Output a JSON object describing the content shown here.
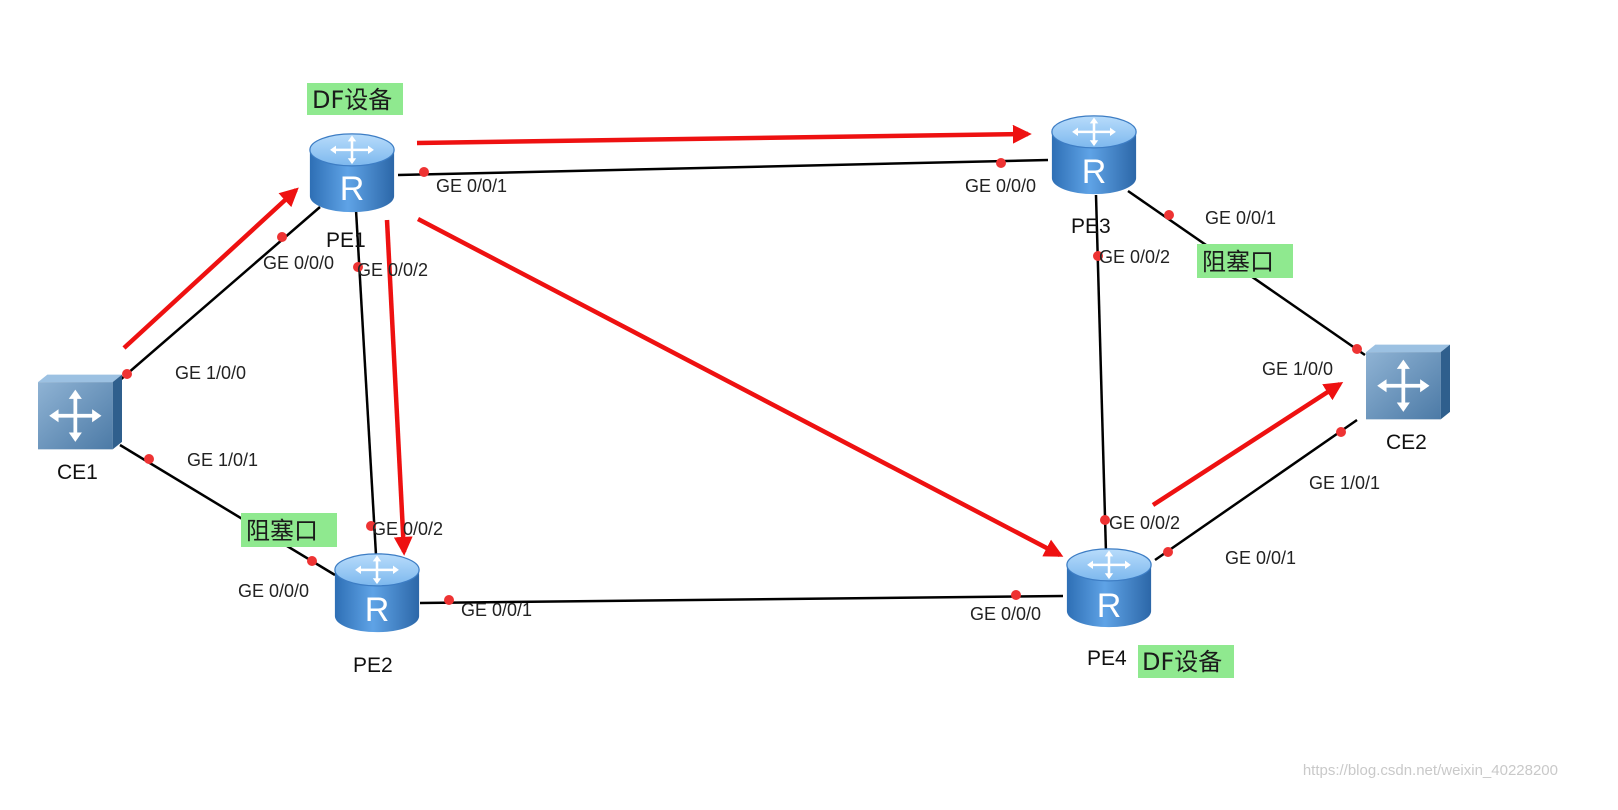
{
  "devices": {
    "pe1": "PE1",
    "pe2": "PE2",
    "pe3": "PE3",
    "pe4": "PE4",
    "ce1": "CE1",
    "ce2": "CE2"
  },
  "router_glyph": "R",
  "tags": {
    "df_pe1": "DF设备",
    "df_pe4": "DF设备",
    "blocked_pe2": "阻塞口",
    "blocked_pe3": "阻塞口"
  },
  "ports": {
    "pe1_ge001": "GE 0/0/1",
    "pe1_ge000": "GE 0/0/0",
    "pe1_ge002": "GE 0/0/2",
    "pe3_ge000": "GE 0/0/0",
    "pe3_ge001": "GE 0/0/1",
    "pe3_ge002": "GE 0/0/2",
    "ce1_ge100": "GE 1/0/0",
    "ce1_ge101": "GE 1/0/1",
    "pe2_ge002": "GE 0/0/2",
    "pe2_ge000": "GE 0/0/0",
    "pe2_ge001": "GE 0/0/1",
    "ce2_ge100": "GE 1/0/0",
    "ce2_ge101": "GE 1/0/1",
    "pe4_ge002": "GE 0/0/2",
    "pe4_ge001": "GE 0/0/1",
    "pe4_ge000": "GE 0/0/0"
  },
  "watermark": "https://blog.csdn.net/weixin_40228200",
  "colors": {
    "link": "#000000",
    "arrow": "#ee1111",
    "port_dot": "#ee3333",
    "tag_bg": "#8fe98f",
    "router_body": "#4a90d9"
  },
  "icons": {
    "router": "router-icon",
    "switch": "switch-icon"
  }
}
